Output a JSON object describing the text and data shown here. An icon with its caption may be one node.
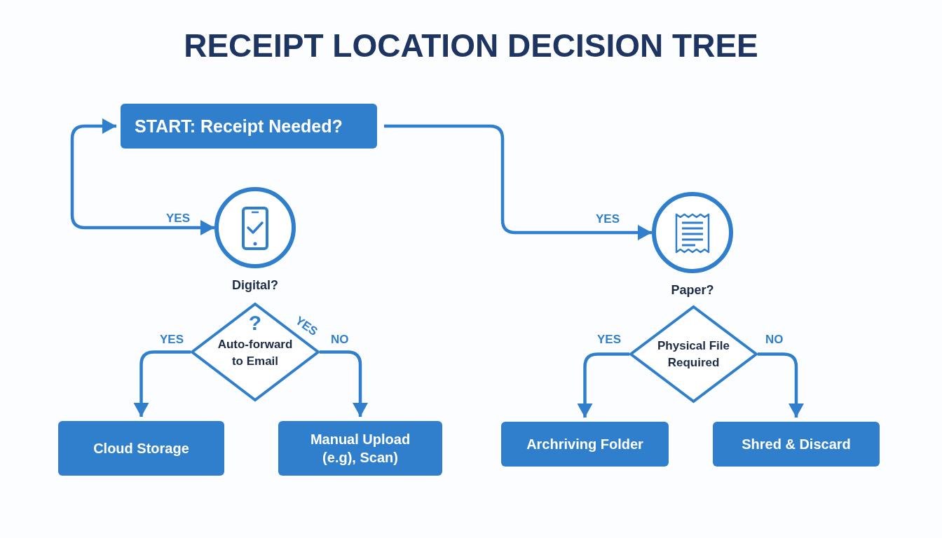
{
  "diagram": {
    "title": "RECEIPT LOCATION DECISION TREE",
    "nodes": [
      {
        "text": [
          "START: Receipt Needed?"
        ]
      },
      {
        "text": [
          "Digital?"
        ]
      },
      {
        "text": [
          "?",
          "Auto-forward to Email"
        ]
      },
      {
        "text": [
          "Cloud Storage"
        ]
      },
      {
        "text": [
          "Manual Upload (e.g), Scan)"
        ]
      },
      {
        "text": [
          "Paper?"
        ]
      },
      {
        "text": [
          "Physical File Required"
        ]
      },
      {
        "text": [
          "Archriving Folder"
        ]
      },
      {
        "text": [
          "Shred & Discard"
        ]
      }
    ],
    "edges": [
      {
        "from": 0,
        "to": 1,
        "arrow": "both",
        "label": "YES"
      },
      {
        "from": 0,
        "to": 5,
        "arrow": "to",
        "label": "YES"
      },
      {
        "from": 2,
        "to": 3,
        "arrow": "to",
        "label": "YES"
      },
      {
        "from": 2,
        "to": 4,
        "arrow": "to",
        "label": "NO"
      },
      {
        "from": 6,
        "to": 7,
        "arrow": "to",
        "label": "YES"
      },
      {
        "from": 6,
        "to": 8,
        "arrow": "to",
        "label": "NO"
      }
    ],
    "labels": [
      "YES"
    ]
  }
}
